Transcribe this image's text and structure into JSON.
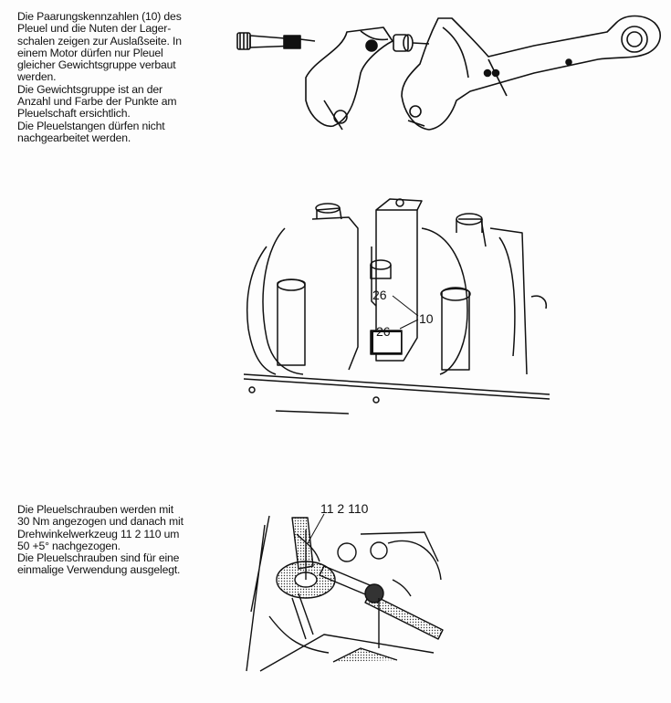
{
  "section1": {
    "text": "Die Paarungskennzahlen (10) des\nPleuel und die Nuten der Lager-\nschalen zeigen zur Auslaßseite. In\neinem Motor dürfen nur Pleuel\ngleicher Gewichtsgruppe verbaut\nwerden.\nDie Gewichtsgruppe ist an der\nAnzahl und Farbe der Punkte am\nPleuelschaft ersichtlich.\nDie Pleuelstangen dürfen nicht\nnachgearbeitet werden."
  },
  "figure2": {
    "mark_upper": "26",
    "mark_lower": "26",
    "callout": "10"
  },
  "section2": {
    "text": "Die Pleuelschrauben werden mit\n30 Nm angezogen und danach mit\nDrehwinkelwerkzeug 11 2 110 um\n50  +5° nachgezogen.\nDie Pleuelschrauben sind für eine\neinmalige Verwendung ausgelegt."
  },
  "figure3": {
    "tool_label": "11 2 110"
  }
}
